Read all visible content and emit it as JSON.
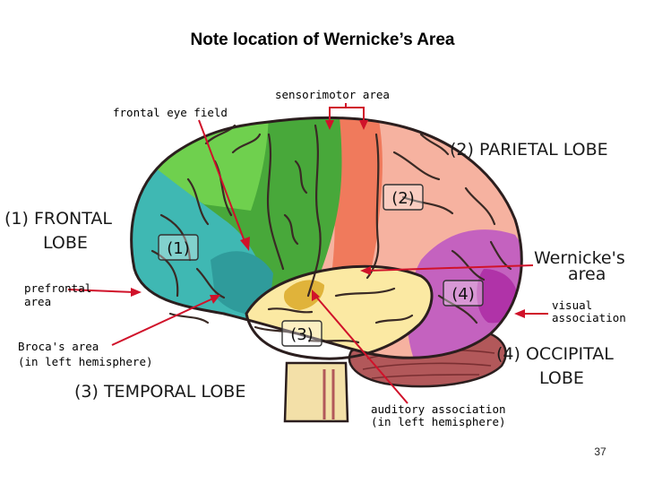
{
  "slide": {
    "title": "Note location of Wernicke’s Area",
    "page_number": "37"
  },
  "diagram": {
    "lobe_labels": {
      "frontal_line1": "(1) FRONTAL",
      "frontal_line2": "LOBE",
      "parietal": "(2) PARIETAL LOBE",
      "temporal": "(3) TEMPORAL LOBE",
      "occipital_line1": "(4) OCCIPITAL",
      "occipital_line2": "LOBE"
    },
    "area_labels": {
      "sensorimotor": "sensorimotor area",
      "frontal_eye_field": "frontal eye field",
      "prefrontal_line1": "prefrontal",
      "prefrontal_line2": "area",
      "broca_line1": "Broca's area",
      "broca_line2": "(in left hemisphere)",
      "wernicke_line1": "Wernicke's",
      "wernicke_line2": "area",
      "visual_line1": "visual",
      "visual_line2": "association",
      "auditory_line1": "auditory association",
      "auditory_line2": "(in left hemisphere)"
    },
    "region_numbers": {
      "frontal": "(1)",
      "parietal": "(2)",
      "temporal": "(3)",
      "occipital": "(4)"
    },
    "colors": {
      "prefrontal": "#3fb8b3",
      "frontal_motor": "#48a83a",
      "motor_light": "#6fd04e",
      "somatosensory": "#f07a5c",
      "parietal": "#f6b2a0",
      "occipital": "#c462bf",
      "temporal": "#fbe9a3",
      "wernicke": "#e0b33a",
      "cerebellum": "#b2585a",
      "brainstem": "#f3e0a8",
      "arrow": "#d0122a"
    }
  }
}
